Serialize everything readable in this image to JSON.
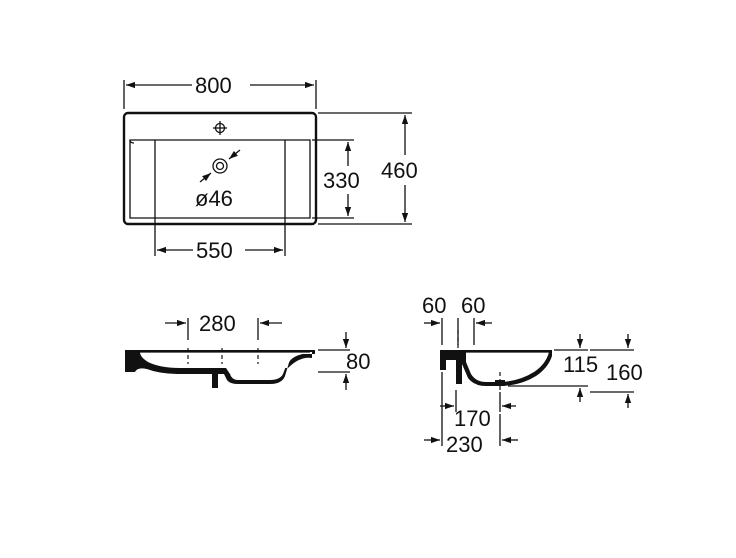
{
  "top_view": {
    "width_label": "800",
    "depth_label": "460",
    "bowl_depth_label": "330",
    "bowl_width_label": "550",
    "drain_label": "ø46"
  },
  "front_view": {
    "tap_spacing_label": "280",
    "height_label": "80"
  },
  "side_view": {
    "offset_left_label": "60",
    "offset_right_label": "60",
    "bowl_height_label": "115",
    "total_height_label": "160",
    "drain_offset_label": "170",
    "overall_depth_label": "230"
  }
}
